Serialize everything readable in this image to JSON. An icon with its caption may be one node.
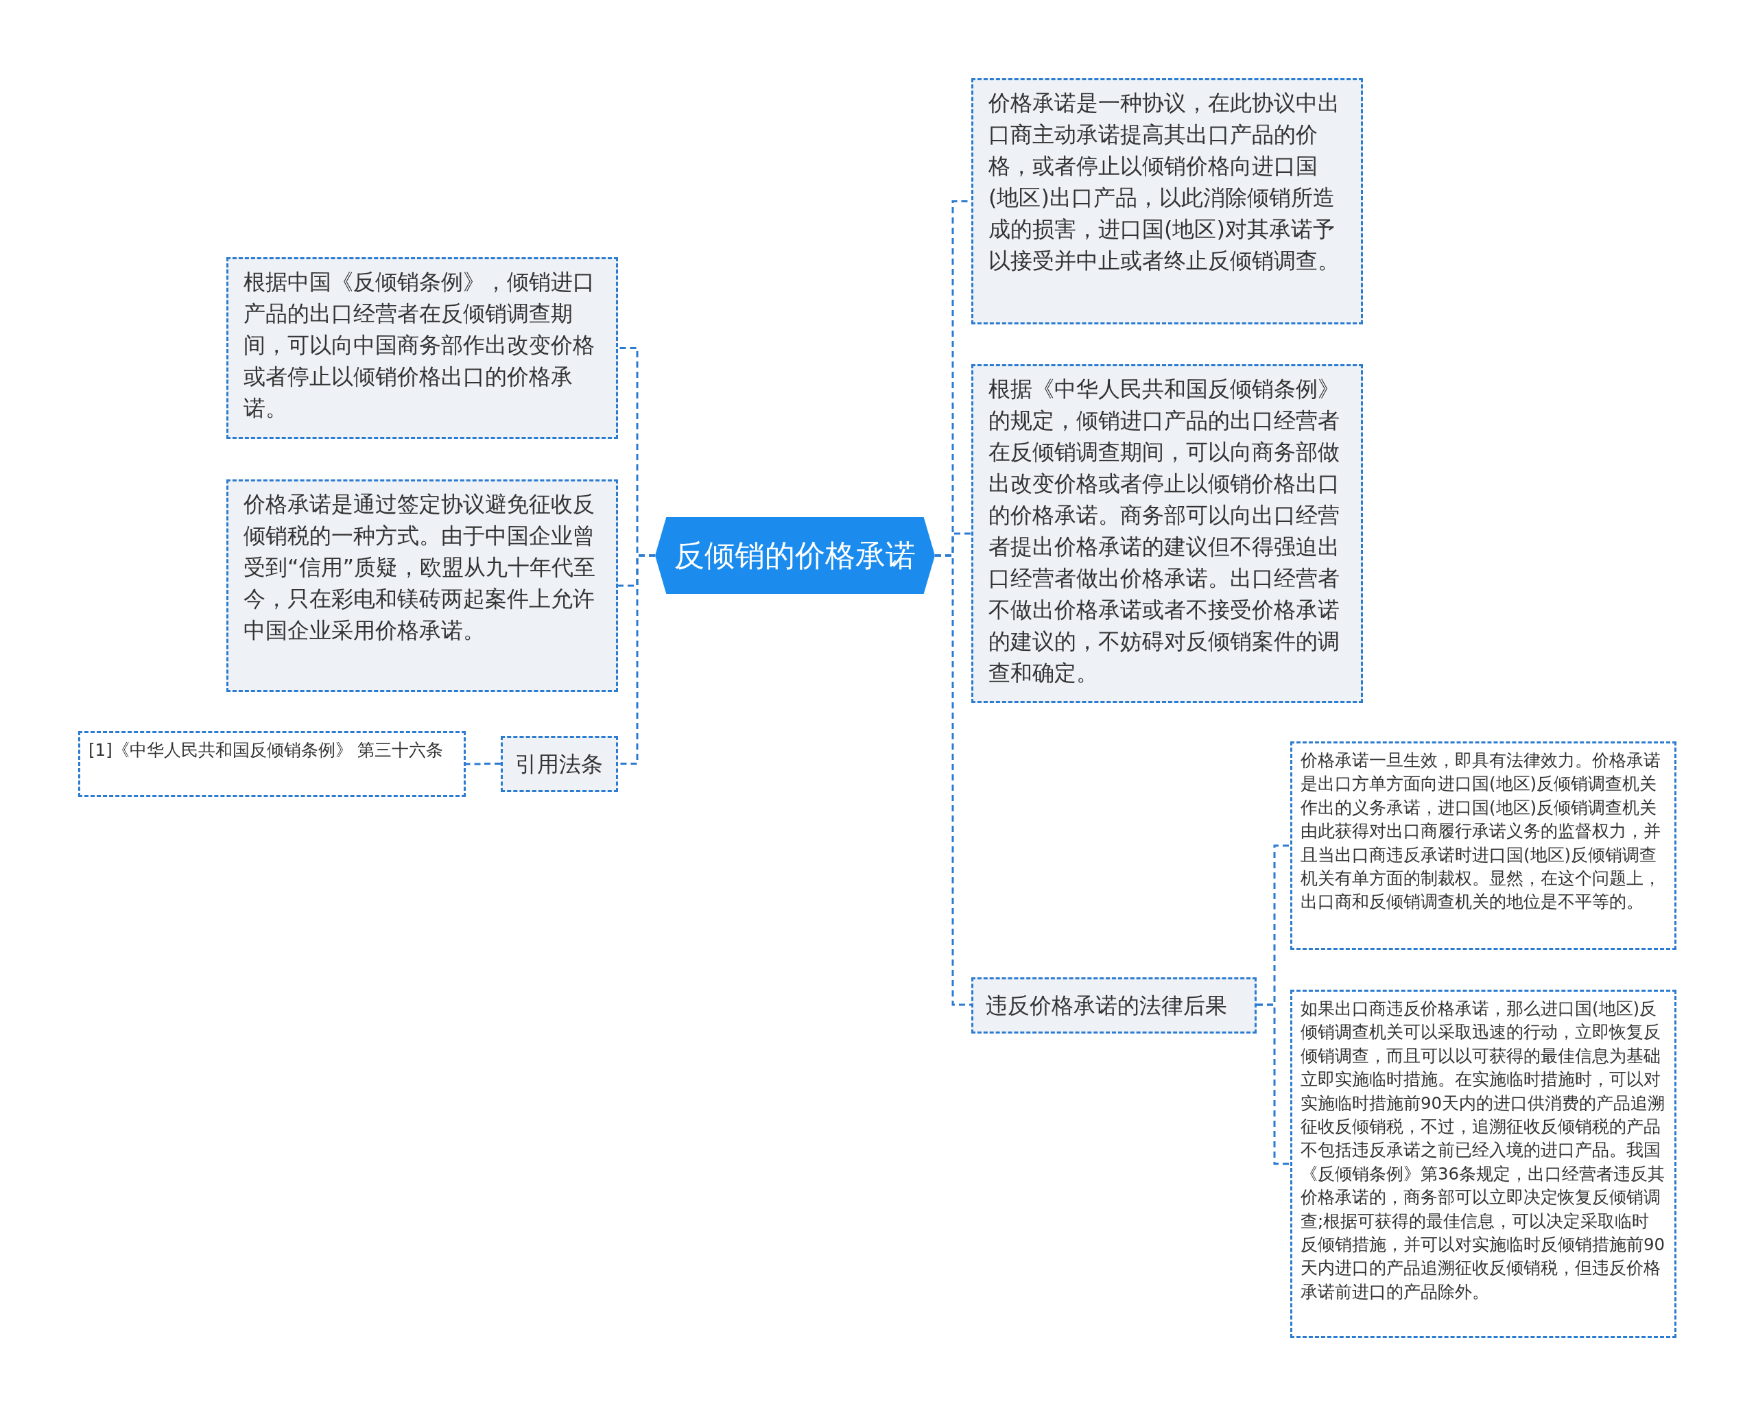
{
  "diagram": {
    "nodes": [
      {
        "text": [
          "反倾销的价格承诺"
        ]
      },
      {
        "text": [
          "根据中国《反倾销条例》，倾销进口产品的出口经营者在反倾销调查期间，可以向中国商务部作出改变价格或者停止以倾销价格出口的价格承诺。"
        ]
      },
      {
        "text": [
          "价格承诺是通过签定协议避免征收反倾销税的一种方式。由于中国企业曾受到“信用”质疑，欧盟从九十年代至今，只在彩电和镁砖两起案件上允许中国企业采用价格承诺。"
        ]
      },
      {
        "text": [
          "引用法条"
        ]
      },
      {
        "text": [
          "[1]《中华人民共和国反倾销条例》 第三十六条"
        ]
      },
      {
        "text": [
          "价格承诺是一种协议，在此协议中出口商主动承诺提高其出口产品的价格，或者停止以倾销价格向进口国(地区)出口产品，以此消除倾销所造成的损害，进口国(地区)对其承诺予以接受并中止或者终止反倾销调查。"
        ]
      },
      {
        "text": [
          "根据《中华人民共和国反倾销条例》的规定，倾销进口产品的出口经营者在反倾销调查期间，可以向商务部做出改变价格或者停止以倾销价格出口的价格承诺。商务部可以向出口经营者提出价格承诺的建议但不得强迫出口经营者做出价格承诺。出口经营者不做出价格承诺或者不接受价格承诺的建议的，不妨碍对反倾销案件的调查和确定。"
        ]
      },
      {
        "text": [
          "违反价格承诺的法律后果"
        ]
      },
      {
        "text": [
          "价格承诺一旦生效，即具有法律效力。价格承诺是出口方单方面向进口国(地区)反倾销调查机关作出的义务承诺，进口国(地区)反倾销调查机关由此获得对出口商履行承诺义务的监督权力，并且当出口商违反承诺时进口国(地区)反倾销调查机关有单方面的制裁权。显然，在这个问题上，出口商和反倾销调查机关的地位是不平等的。"
        ]
      },
      {
        "text": [
          "如果出口商违反价格承诺，那么进口国(地区)反倾销调查机关可以采取迅速的行动，立即恢复反倾销调查，而且可以以可获得的最佳信息为基础立即实施临时措施。在实施临时措施时，可以对实施临时措施前90天内的进口供消费的产品追溯征收反倾销税，不过，追溯征收反倾销税的产品不包括违反承诺之前已经入境的进口产品。我国《反倾销条例》第36条规定，出口经营者违反其价格承诺的，商务部可以立即决定恢复反倾销调查;根据可获得的最佳信息，可以决定采取临时反倾销措施，并可以对实施临时反倾销措施前90天内进口的产品追溯征收反倾销税，但违反价格承诺前进口的产品除外。"
        ]
      }
    ],
    "edges": [
      {
        "from": 0,
        "to": 1,
        "arrow": "none",
        "style": "dashed"
      },
      {
        "from": 0,
        "to": 2,
        "arrow": "none",
        "style": "dashed"
      },
      {
        "from": 0,
        "to": 3,
        "arrow": "none",
        "style": "dashed"
      },
      {
        "from": 3,
        "to": 4,
        "arrow": "none",
        "style": "dashed"
      },
      {
        "from": 0,
        "to": 5,
        "arrow": "none",
        "style": "dashed"
      },
      {
        "from": 0,
        "to": 6,
        "arrow": "none",
        "style": "dashed"
      },
      {
        "from": 0,
        "to": 7,
        "arrow": "none",
        "style": "dashed"
      },
      {
        "from": 7,
        "to": 8,
        "arrow": "none",
        "style": "dashed"
      },
      {
        "from": 7,
        "to": 9,
        "arrow": "none",
        "style": "dashed"
      }
    ]
  }
}
